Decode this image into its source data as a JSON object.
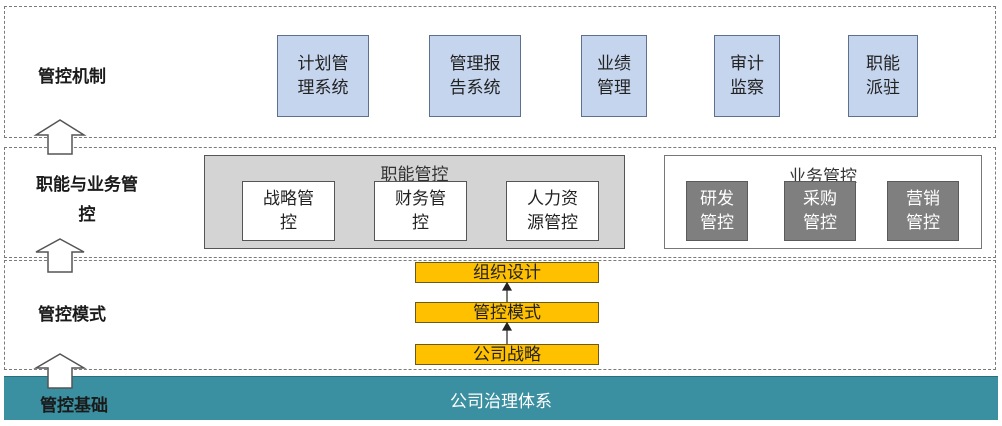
{
  "layers": {
    "mechanism": {
      "label": "管控机制",
      "items": [
        "计划管\n理系统",
        "管理报\n告系统",
        "业绩\n管理",
        "审计\n监察",
        "职能\n派驻"
      ]
    },
    "function_business": {
      "label": "职能与业务管\n控",
      "functional": {
        "title": "职能管控",
        "items": [
          "战略管\n控",
          "财务管\n控",
          "人力资\n源管控"
        ]
      },
      "business": {
        "title": "业务管控",
        "items": [
          "研发\n管控",
          "采购\n管控",
          "营销\n管控"
        ]
      }
    },
    "mode": {
      "label": "管控模式",
      "items": [
        "组织设计",
        "管控模式",
        "公司战略"
      ]
    },
    "foundation": {
      "label": "管控基础",
      "center": "公司治理体系"
    }
  },
  "colors": {
    "mechanism_box": "#c6d5ee",
    "business_box": "#7f7f7f",
    "mode_box": "#ffc000",
    "foundation_bar": "#3a8fa0",
    "functional_panel": "#d4d4d4"
  }
}
